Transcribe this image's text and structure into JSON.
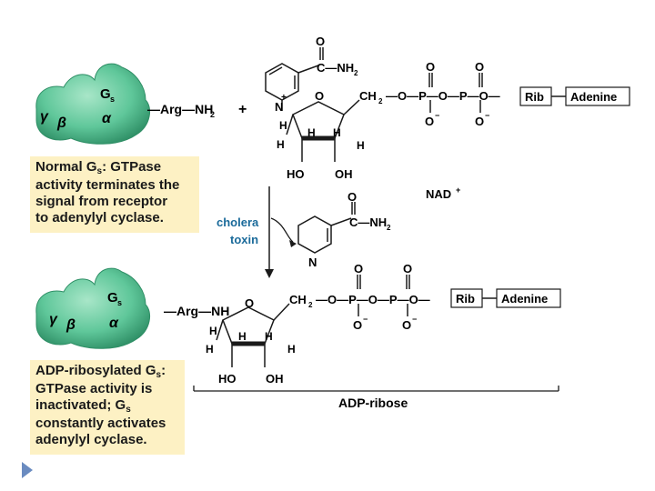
{
  "caption_normal": {
    "line1": "Normal G",
    "line1_sub": "s",
    "line1_rest": ": GTPase",
    "line2": "activity terminates the",
    "line3": "signal from receptor",
    "line4": "to adenylyl cyclase."
  },
  "caption_adp": {
    "line1": "ADP-ribosylated G",
    "line1_sub": "s",
    "line1_rest": ":",
    "line2": "GTPase activity is",
    "line3a": "inactivated; G",
    "line3_sub": "s",
    "line4": "constantly activates",
    "line5": "adenylyl cyclase."
  },
  "protein": {
    "gs": "G",
    "gs_sub": "s",
    "alpha": "α",
    "beta": "β",
    "gamma": "γ",
    "color": "#5fc79a"
  },
  "top": {
    "arg_nh2": "—Arg—NH",
    "nh2_sub": "2",
    "plus": "+",
    "o_carbonyl": "O",
    "c_nh2": "C—NH",
    "n_plus": "N",
    "nplus_sign": "+",
    "ring_o": "O",
    "ch2": "CH",
    "chain": "—O—P—O—P—O—",
    "p_o1": "O",
    "p_o2": "O",
    "om1": "O",
    "om2": "O",
    "minus": "−",
    "rib": "Rib",
    "adenine": "Adenine",
    "h": "H",
    "ho": "HO",
    "oh": "OH",
    "nad": "NAD"
  },
  "middle": {
    "cholera": "cholera",
    "toxin": "toxin",
    "o": "O",
    "c_nh2": "C—NH",
    "n": "N",
    "accent": "#1a6a9a"
  },
  "bottom": {
    "arg_nh": "—Arg—NH",
    "ring_o": "O",
    "ch2": "CH",
    "chain": "—O—P—O—P—O—",
    "rib": "Rib",
    "adenine": "Adenine",
    "adp_ribose": "ADP-ribose"
  },
  "nav": {
    "arrow": "next-slide"
  }
}
